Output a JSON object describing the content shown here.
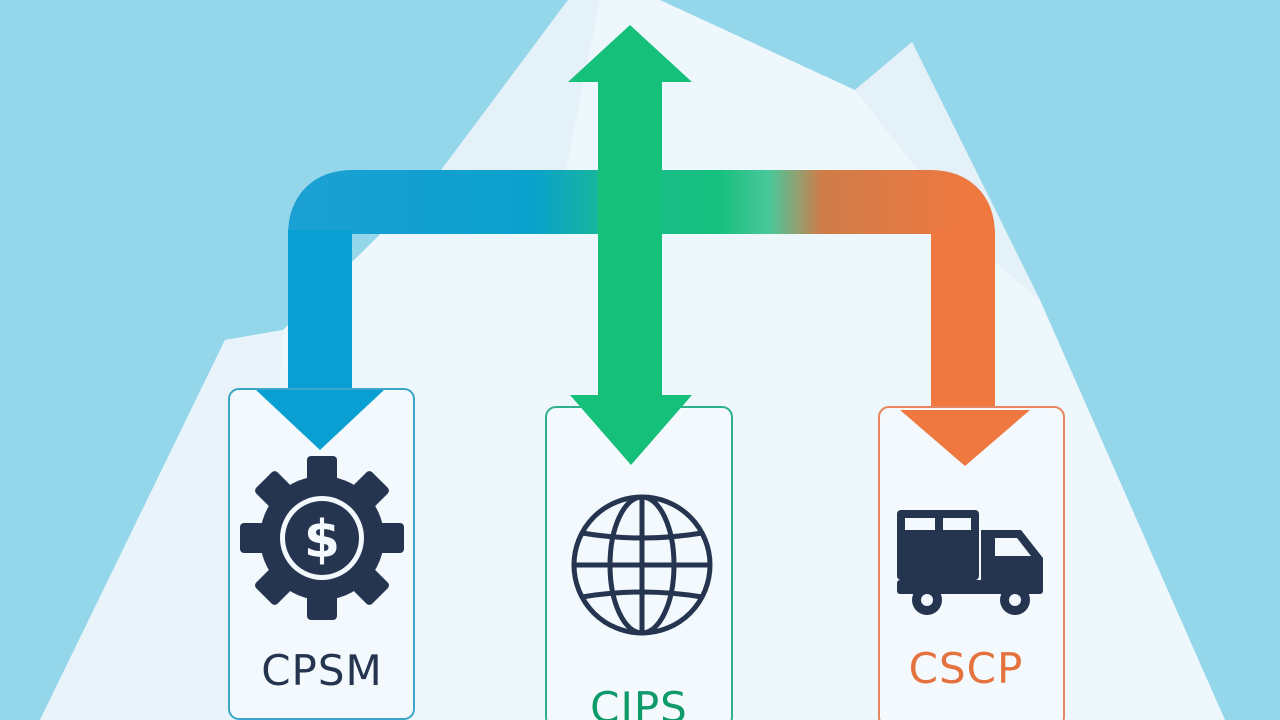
{
  "cards": [
    {
      "label": "CPSM",
      "icon": "gear-dollar-icon",
      "accent": "#0a9fd3",
      "text_color": "#253550",
      "border": "#3aa6c8"
    },
    {
      "label": "CIPS",
      "icon": "globe-icon",
      "accent": "#14c07a",
      "text_color": "#0f9a6a",
      "border": "#2fb08c"
    },
    {
      "label": "CSCP",
      "icon": "truck-icon",
      "accent": "#ee7840",
      "text_color": "#e5723e",
      "border": "#e8875e"
    }
  ],
  "colors": {
    "background": "#94d6ea",
    "mountain": "#eef7fc",
    "mountain_shadow": "#e2f0f8",
    "icon": "#253550"
  }
}
